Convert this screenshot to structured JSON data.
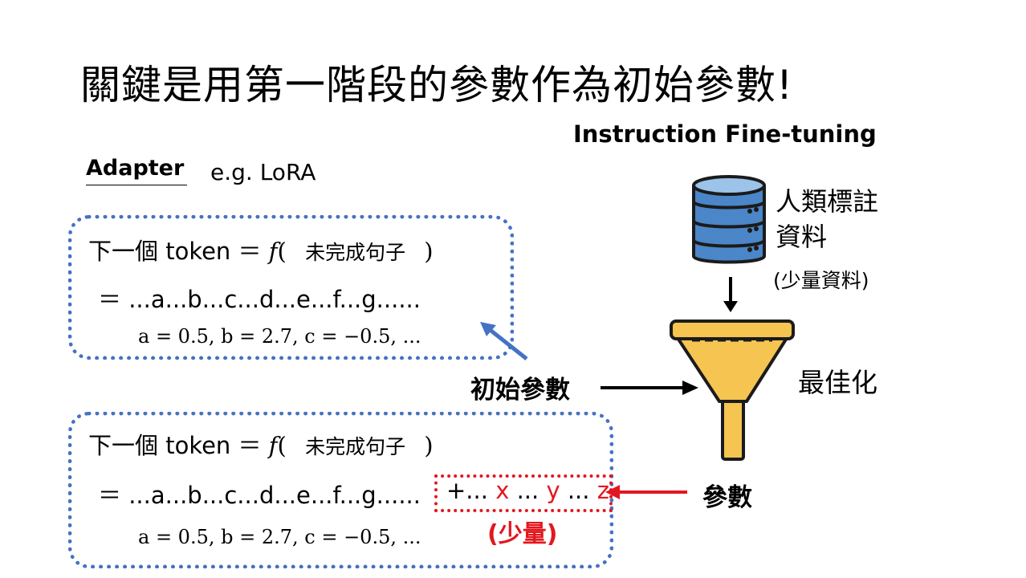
{
  "title": "關鍵是用第一階段的參數作為初始參數!",
  "subtitle": "Instruction Fine-tuning",
  "adapter": {
    "label": "Adapter",
    "example": "e.g. LoRA"
  },
  "box_top": {
    "line1": {
      "prefix": "下一個 token ",
      "eq": "＝",
      "f": "f",
      "paren_open": "(",
      "arg": "未完成句子",
      "paren_close": ")"
    },
    "line2": "＝ ...a...b...c...d...e...f...g......",
    "line3": "a = 0.5, b = 2.7, c = −0.5, ..."
  },
  "box_bottom": {
    "line1": {
      "prefix": "下一個 token ",
      "eq": "＝",
      "f": "f",
      "paren_open": "(",
      "arg": "未完成句子",
      "paren_close": ")"
    },
    "line2": "＝ ...a...b...c...d...e...f...g......",
    "line3": "a = 0.5, b = 2.7, c = −0.5, ...",
    "extra": {
      "plus": "+...",
      "x": "x",
      "dots1": "...",
      "y": "y",
      "dots2": "...",
      "z": "z"
    },
    "extra_note": "(少量)"
  },
  "data_source": {
    "line1": "人類標註",
    "line2": "資料",
    "note": "(少量資料)"
  },
  "optimize_label": "最佳化",
  "init_params_label": "初始參數",
  "params_label": "參數",
  "colors": {
    "blue_dotted": "#4472c4",
    "red": "#e3171f",
    "funnel": "#f5c451",
    "database": "#4a86c8"
  },
  "icons": {
    "database": "database-icon",
    "funnel": "funnel-icon"
  }
}
